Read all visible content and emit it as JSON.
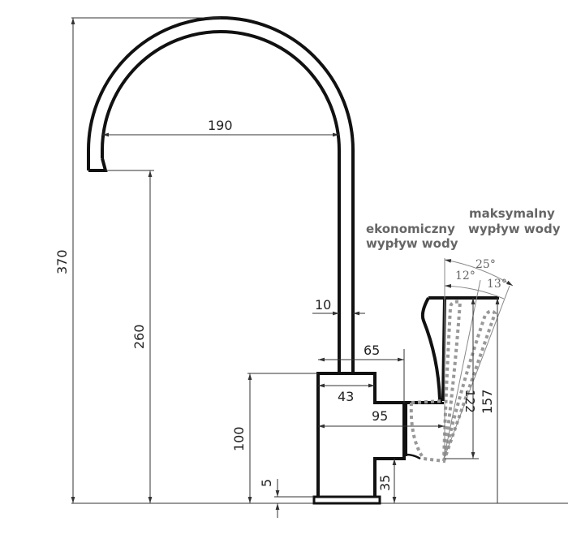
{
  "dimensions": {
    "total_height": "370",
    "spout_height": "260",
    "spout_reach": "190",
    "pipe_diameter": "10",
    "top_width": "65",
    "body_width": "43",
    "handle_reach": "95",
    "body_height": "100",
    "base_thickness": "5",
    "lower_step": "35",
    "handle_height_eco": "122",
    "handle_height_max": "157"
  },
  "angles": {
    "total": "25°",
    "eco": "12°",
    "extra": "13°"
  },
  "labels": {
    "eco_line1": "ekonomiczny",
    "eco_line2": "wypływ wody",
    "max_line1": "maksymalny",
    "max_line2": "wypływ wody"
  }
}
